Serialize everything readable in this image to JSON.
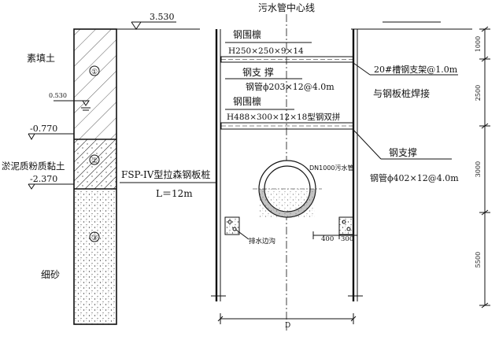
{
  "centerline": {
    "label": "污水管中心线"
  },
  "elevations": {
    "top": "3.530",
    "water": "0.530",
    "layer2_top": "-0.770",
    "layer3_top": "-2.370"
  },
  "soil": {
    "layer1_name": "素填土",
    "layer1_num": "①",
    "layer2_name": "淤泥质粉质黏土",
    "layer2_num": "②",
    "layer3_name": "细砂",
    "layer3_num": "③"
  },
  "pile": {
    "label": "FSP-IV型拉森钢板桩",
    "length": "L＝12m"
  },
  "waler1": {
    "title": "钢围檩",
    "spec": "H250×250×9×14"
  },
  "strut1": {
    "title": "钢支 撑",
    "spec": "钢管ϕ203×12@4.0m"
  },
  "bracket": {
    "line1": "20#槽钢支架@1.0m",
    "line2": "与钢板桩焊接"
  },
  "waler2": {
    "title": "钢围檩",
    "spec": "H488×300×12×18型钢双拼"
  },
  "strut2": {
    "title": "钢支撑",
    "spec": "钢管ϕ402×12@4.0m"
  },
  "pipe": {
    "label": "DN1000污水管"
  },
  "ditch": {
    "label": "排水边沟"
  },
  "dims": {
    "right": [
      "1000",
      "2500",
      "3000",
      "5500"
    ],
    "bottom_left": "400",
    "bottom_right": "300",
    "width": "D"
  }
}
